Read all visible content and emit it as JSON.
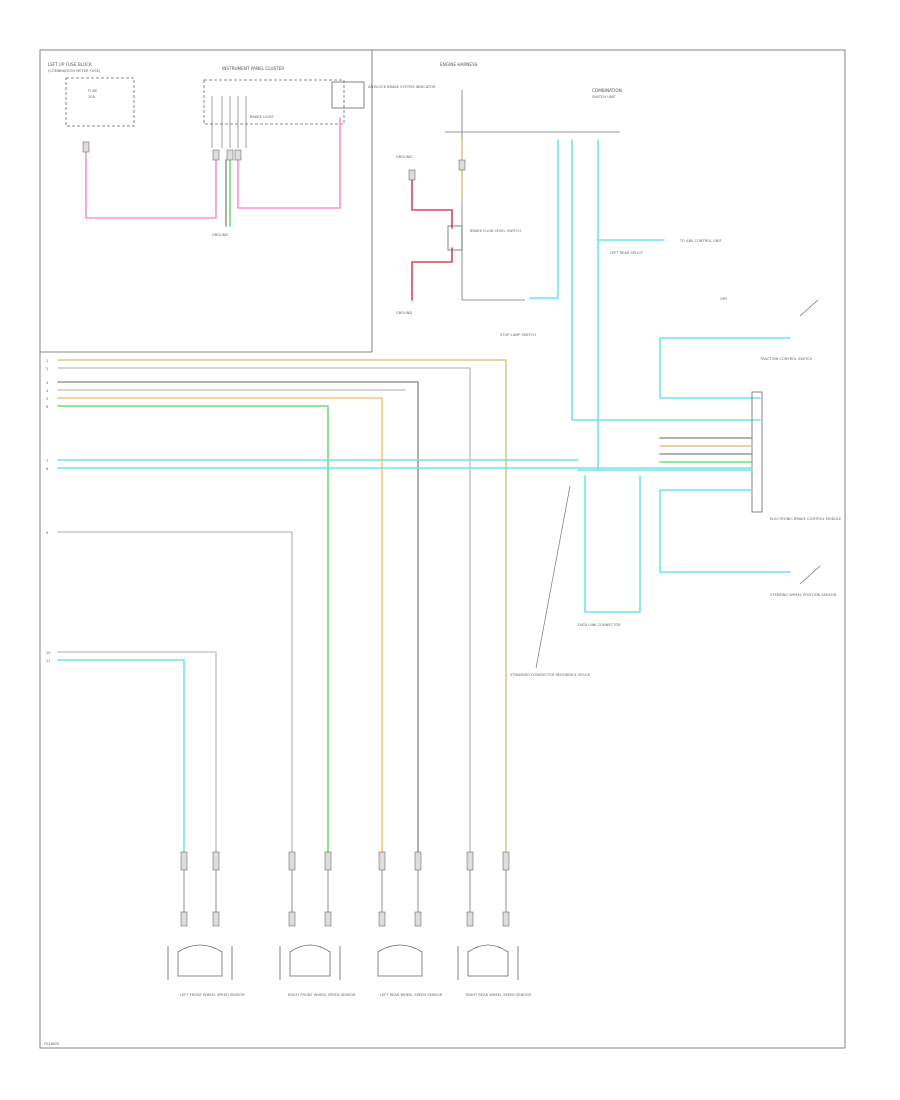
{
  "diagram": {
    "colors": {
      "pink": "#ff8fd0",
      "cyan": "#6fe6ea",
      "orange": "#ffc27a",
      "green": "#6fdd74",
      "tan": "#d9c98a",
      "gray": "#9a9a9a",
      "red": "#e0405a",
      "frame": "#777777"
    },
    "footer_code": "FS4WD5",
    "labels": {
      "fuse_block": "LEFT I/P FUSE BLOCK",
      "fuse_note": "(COMBINATION METER FUSE)",
      "instrument_panel": "INSTRUMENT PANEL CLUSTER",
      "brake_light": "BRAKE LIGHT",
      "abs_indicator": "ANTILOCK BRAKE SYSTEM INDICATOR",
      "ground_1": "GROUND",
      "engine_harness": "ENGINE HARNESS",
      "ground_2": "GROUND",
      "ground_3": "GROUND",
      "stop_lamp": "STOP LAMP SWITCH",
      "brake_switch": "BRAKE FLUID LEVEL SWITCH",
      "to_abs_unit": "TO ABS CONTROL UNIT",
      "traction": "TRACTION CONTROL SWITCH",
      "ebcm": "ELECTRONIC BRAKE CONTROL MODULE",
      "data_link": "DATA LINK CONNECTOR",
      "steering": "STEERING WHEEL POSITION SENSOR",
      "wheel_lf": "LEFT FRONT WHEEL SPEED SENSOR",
      "wheel_rf": "RIGHT FRONT WHEEL SPEED SENSOR",
      "wheel_lr": "LEFT REAR WHEEL SPEED SENSOR",
      "wheel_rr": "RIGHT REAR WHEEL SPEED SENSOR",
      "splice_note": "STRANDED CONDUCTOR REFERENCE SPLICE"
    }
  }
}
